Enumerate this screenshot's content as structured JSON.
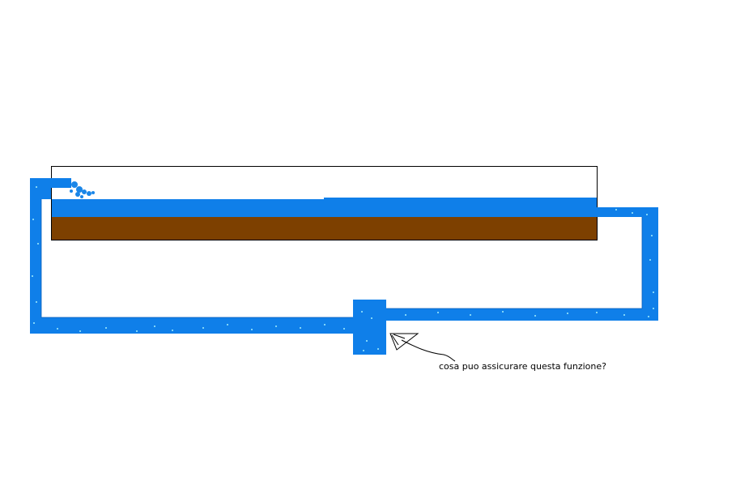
{
  "annotation": {
    "text": "cosa puo assicurare questa funzione?"
  },
  "colors": {
    "water": "#0f7fe9",
    "soil": "#7d4000",
    "tank_outline": "#000000",
    "background": "#ffffff",
    "speckle": "#7fd4f8"
  },
  "elements": {
    "tank": "open-tank",
    "pipe": "circulation-pipe",
    "box": "central-junction-box",
    "arrow": "pointer-arrow",
    "splash": "water-splash"
  }
}
